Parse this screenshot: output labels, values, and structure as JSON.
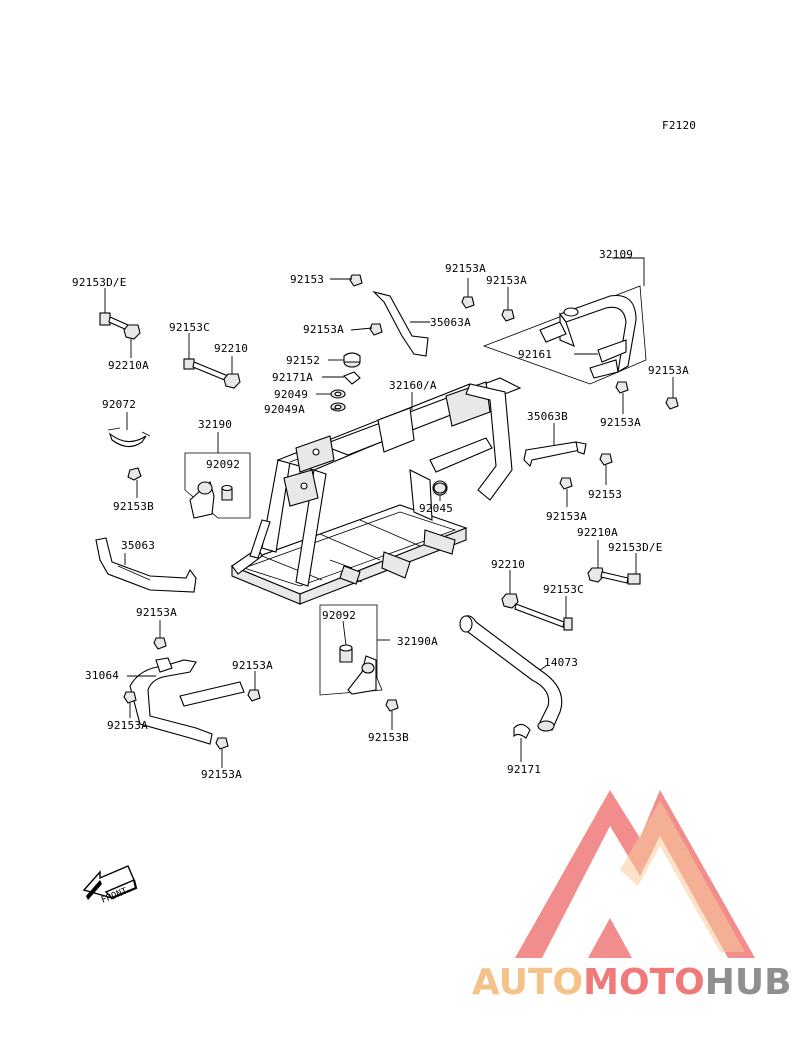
{
  "figure_code": "F2120",
  "front_label": "FRONT",
  "watermark": {
    "part1": "AUTO",
    "part2": "MOTO",
    "part3": "HUB",
    "color_orange": "#f5c28a",
    "color_red": "#f07a7a",
    "color_gray": "#8f8f8f"
  },
  "labels": [
    {
      "id": "l01",
      "text": "92153D/E"
    },
    {
      "id": "l02",
      "text": "92210A"
    },
    {
      "id": "l03",
      "text": "92153C"
    },
    {
      "id": "l04",
      "text": "92210"
    },
    {
      "id": "l05",
      "text": "92072"
    },
    {
      "id": "l06",
      "text": "32190"
    },
    {
      "id": "l07",
      "text": "92092"
    },
    {
      "id": "l08",
      "text": "92153B"
    },
    {
      "id": "l09",
      "text": "35063"
    },
    {
      "id": "l10",
      "text": "92153"
    },
    {
      "id": "l11",
      "text": "92153A"
    },
    {
      "id": "l12",
      "text": "35063A"
    },
    {
      "id": "l13",
      "text": "92152"
    },
    {
      "id": "l14",
      "text": "92171A"
    },
    {
      "id": "l15",
      "text": "92049"
    },
    {
      "id": "l16",
      "text": "92049A"
    },
    {
      "id": "l17",
      "text": "32160/A"
    },
    {
      "id": "l18",
      "text": "92153A"
    },
    {
      "id": "l19",
      "text": "92153A"
    },
    {
      "id": "l20",
      "text": "32109"
    },
    {
      "id": "l21",
      "text": "92161"
    },
    {
      "id": "l22",
      "text": "92153A"
    },
    {
      "id": "l23",
      "text": "92153A"
    },
    {
      "id": "l24",
      "text": "35063B"
    },
    {
      "id": "l25",
      "text": "92153"
    },
    {
      "id": "l26",
      "text": "92153A"
    },
    {
      "id": "l27",
      "text": "92045"
    },
    {
      "id": "l28",
      "text": "92210A"
    },
    {
      "id": "l29",
      "text": "92153D/E"
    },
    {
      "id": "l30",
      "text": "92210"
    },
    {
      "id": "l31",
      "text": "92153C"
    },
    {
      "id": "l32",
      "text": "92092"
    },
    {
      "id": "l33",
      "text": "32190A"
    },
    {
      "id": "l34",
      "text": "14073"
    },
    {
      "id": "l35",
      "text": "92153B"
    },
    {
      "id": "l36",
      "text": "92171"
    },
    {
      "id": "l37",
      "text": "92153A"
    },
    {
      "id": "l38",
      "text": "31064"
    },
    {
      "id": "l39",
      "text": "92153A"
    },
    {
      "id": "l40",
      "text": "92153A"
    },
    {
      "id": "l41",
      "text": "92153A"
    }
  ]
}
